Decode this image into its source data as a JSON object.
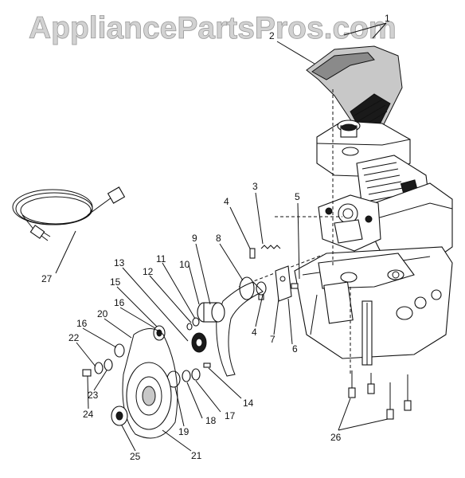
{
  "watermark": "AppliancePartsPros.com",
  "callouts": {
    "c1": "1",
    "c2": "2",
    "c3": "3",
    "c4a": "4",
    "c4b": "4",
    "c5": "5",
    "c6": "6",
    "c7": "7",
    "c8": "8",
    "c9": "9",
    "c10": "10",
    "c11": "11",
    "c12": "12",
    "c13": "13",
    "c14": "14",
    "c15": "15",
    "c16a": "16",
    "c16b": "16",
    "c17": "17",
    "c18": "18",
    "c19": "19",
    "c20": "20",
    "c21": "21",
    "c22": "22",
    "c23": "23",
    "c24": "24",
    "c25": "25",
    "c26": "26",
    "c27": "27"
  },
  "colors": {
    "ink": "#111111",
    "watermark_fill": "#d2d2d2",
    "watermark_stroke": "#9a9a9a"
  }
}
